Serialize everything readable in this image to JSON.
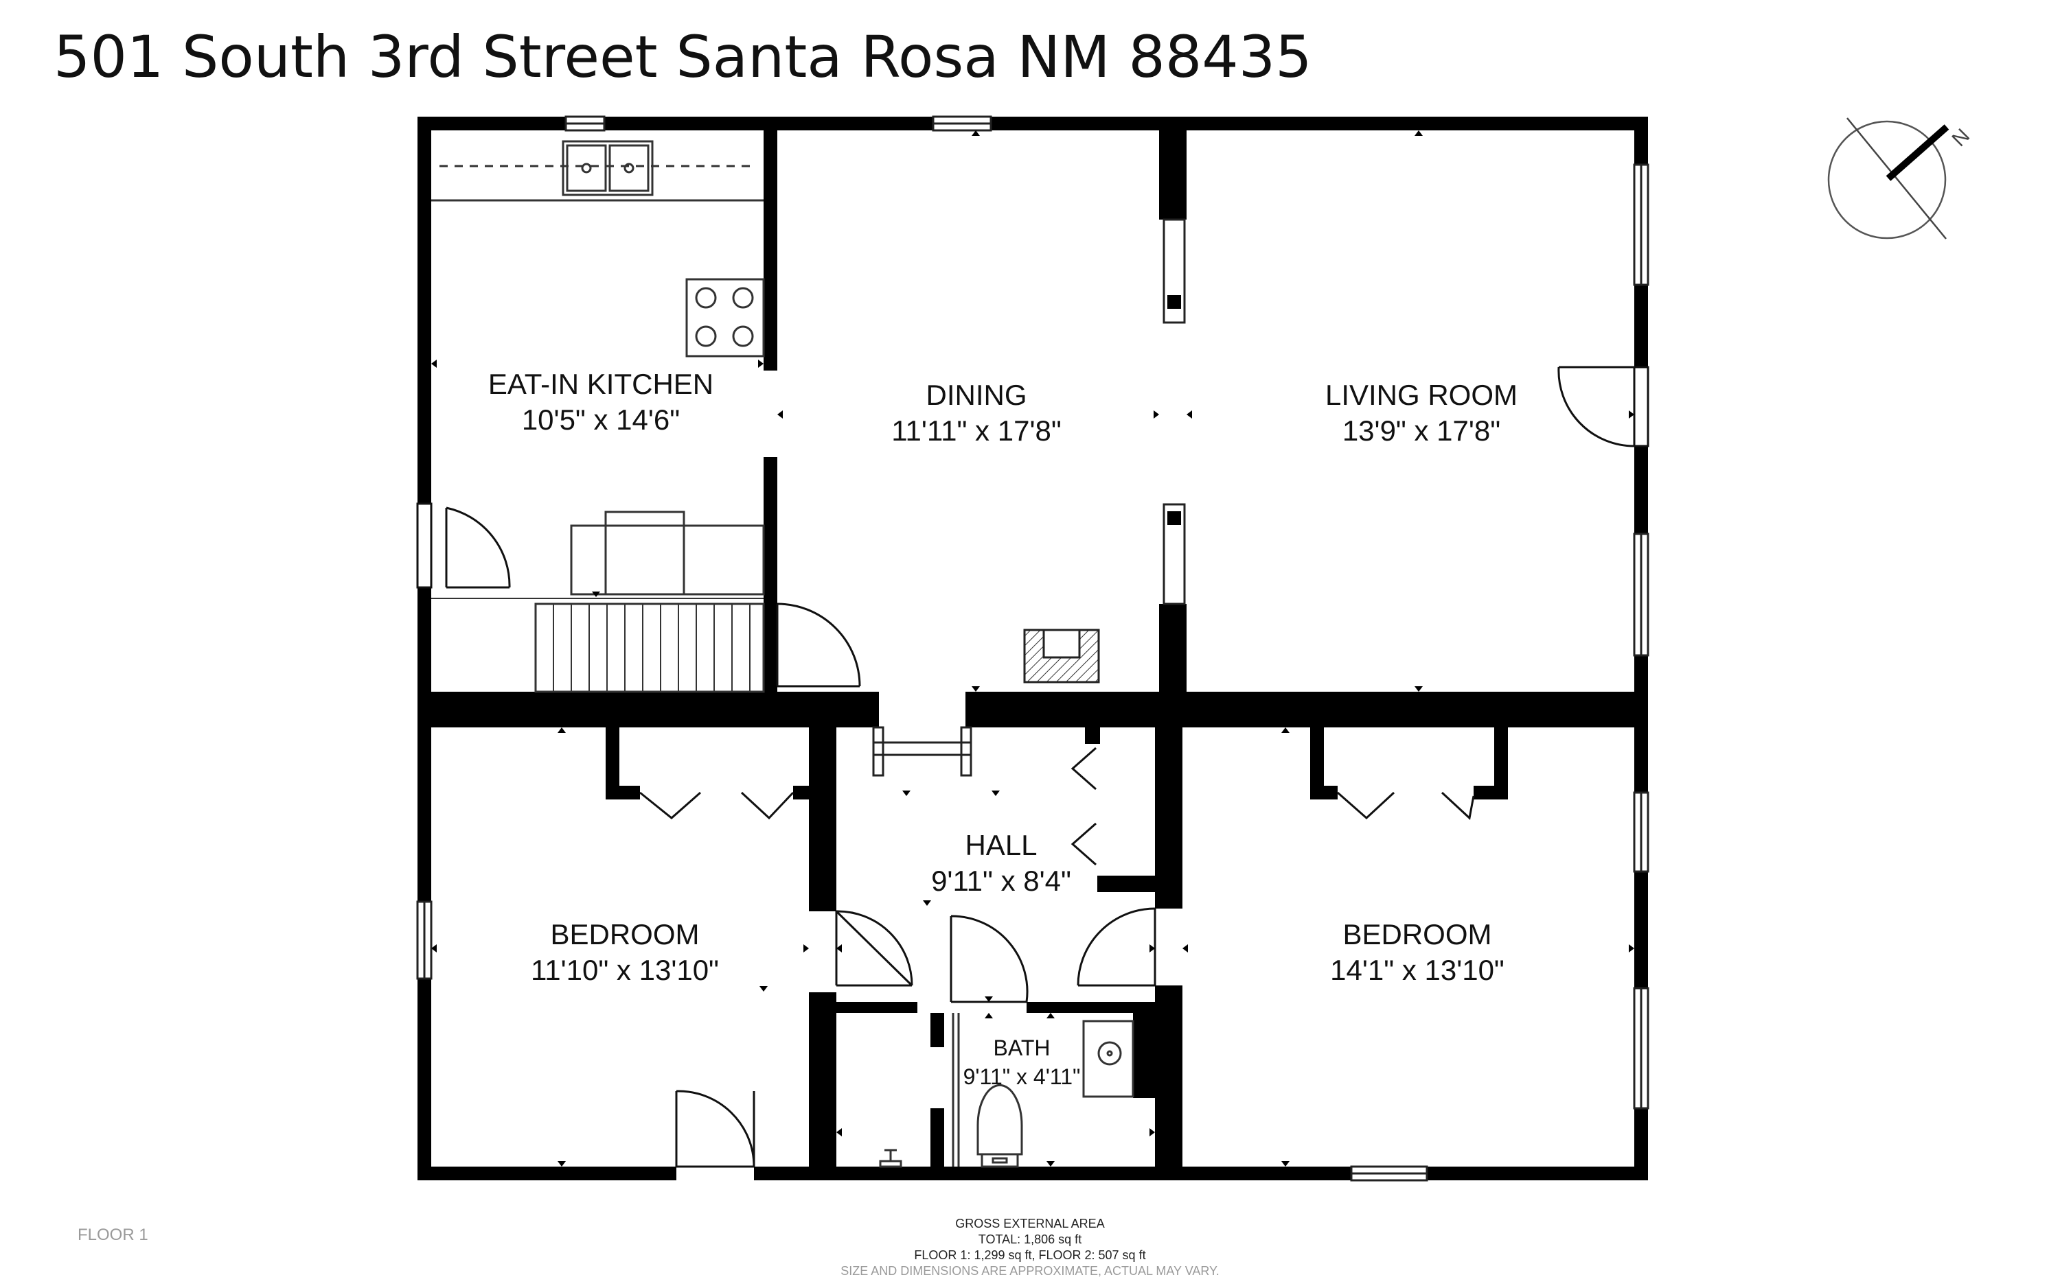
{
  "title": "501 South 3rd Street Santa Rosa NM 88435",
  "rooms": [
    {
      "name": "EAT-IN KITCHEN",
      "dims": "10'5\" x 14'6\""
    },
    {
      "name": "DINING",
      "dims": "11'11\" x 17'8\""
    },
    {
      "name": "LIVING ROOM",
      "dims": "13'9\" x 17'8\""
    },
    {
      "name": "HALL",
      "dims": "9'11\" x 8'4\""
    },
    {
      "name": "BEDROOM",
      "dims": "11'10\" x 13'10\""
    },
    {
      "name": "BEDROOM",
      "dims": "14'1\" x 13'10\""
    },
    {
      "name": "BATH",
      "dims": "9'11\" x 4'11\""
    }
  ],
  "compass_label": "N",
  "floor_label": "FLOOR 1",
  "area": {
    "heading": "GROSS EXTERNAL AREA",
    "total": "TOTAL: 1,806 sq ft",
    "floors": "FLOOR 1: 1,299 sq ft, FLOOR 2: 507 sq ft",
    "disclaimer": "SIZE AND DIMENSIONS ARE APPROXIMATE, ACTUAL MAY VARY."
  },
  "colors": {
    "wall": "#000000",
    "background": "#ffffff",
    "fixture_line": "#333333"
  }
}
